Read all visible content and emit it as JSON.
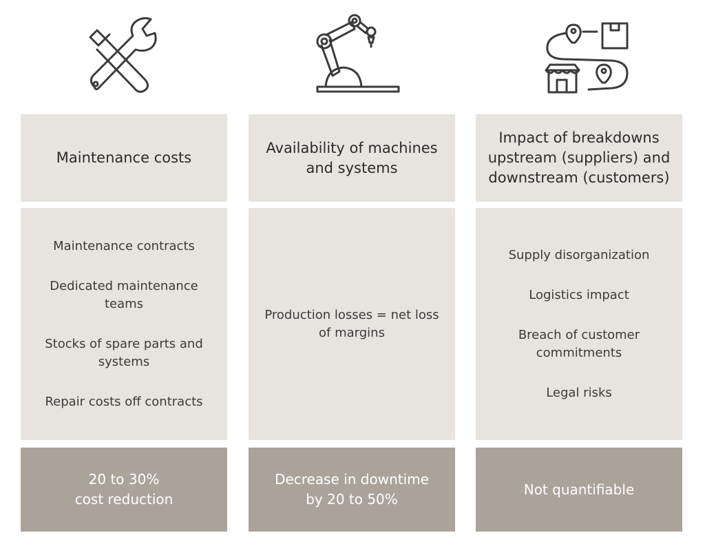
{
  "colors": {
    "header_bg": "#e7e4e0",
    "list_bg": "#e7e4e0",
    "result_bg": "#aba39a",
    "result_text": "#ffffff",
    "icon_stroke": "#3b3b3b"
  },
  "columns": [
    {
      "icon": "wrench-screwdriver-icon",
      "header": "Maintenance costs",
      "items": [
        "Maintenance contracts",
        "Dedicated maintenance teams",
        "Stocks of spare parts and systems",
        "Repair costs off contracts"
      ],
      "result": "20 to 30%\ncost reduction"
    },
    {
      "icon": "robotic-arm-icon",
      "header": "Availability of machines and systems",
      "items": [
        "Production losses = net loss of margins"
      ],
      "result": "Decrease in downtime\nby 20 to 50%"
    },
    {
      "icon": "supply-chain-route-icon",
      "header": "Impact of breakdowns upstream (suppliers) and downstream (customers)",
      "items": [
        "Supply disorganization",
        "Logistics impact",
        "Breach of customer commitments",
        "Legal risks"
      ],
      "result": "Not quantifiable"
    }
  ]
}
